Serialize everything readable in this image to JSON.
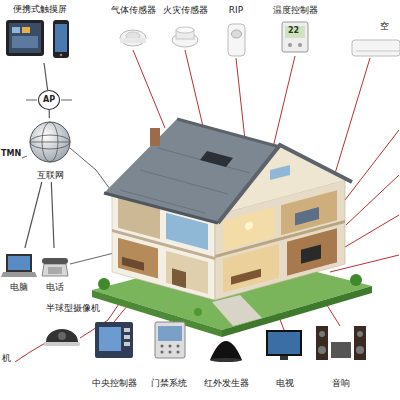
{
  "diagram": {
    "nodes": [
      {
        "text": [
          "便携式触摸屏"
        ]
      },
      {
        "text": [
          "气体传感器"
        ]
      },
      {
        "text": [
          "火灾传感器"
        ]
      },
      {
        "text": [
          "RIP"
        ]
      },
      {
        "text": [
          "温度控制器"
        ]
      },
      {
        "text": [
          "空"
        ]
      },
      {
        "text": [
          "AP"
        ]
      },
      {
        "text": [
          "互联网"
        ]
      },
      {
        "text": [
          "电脑"
        ]
      },
      {
        "text": [
          "电话"
        ]
      },
      {
        "text": [
          "半球型摄像机"
        ]
      },
      {
        "text": [
          "中央控制器"
        ]
      },
      {
        "text": [
          "门禁系统"
        ]
      },
      {
        "text": [
          "红外发生器"
        ]
      },
      {
        "text": [
          "电视"
        ]
      },
      {
        "text": [
          "音响"
        ]
      }
    ],
    "edges": [
      {
        "from": 0,
        "to": 6,
        "arrow": "none"
      },
      {
        "from": 6,
        "to": 7,
        "arrow": "none"
      },
      {
        "from": 7,
        "to": 8,
        "arrow": "none"
      },
      {
        "from": 7,
        "to": 9,
        "arrow": "none"
      }
    ],
    "labels": [
      "TMN",
      "机",
      "22"
    ]
  }
}
